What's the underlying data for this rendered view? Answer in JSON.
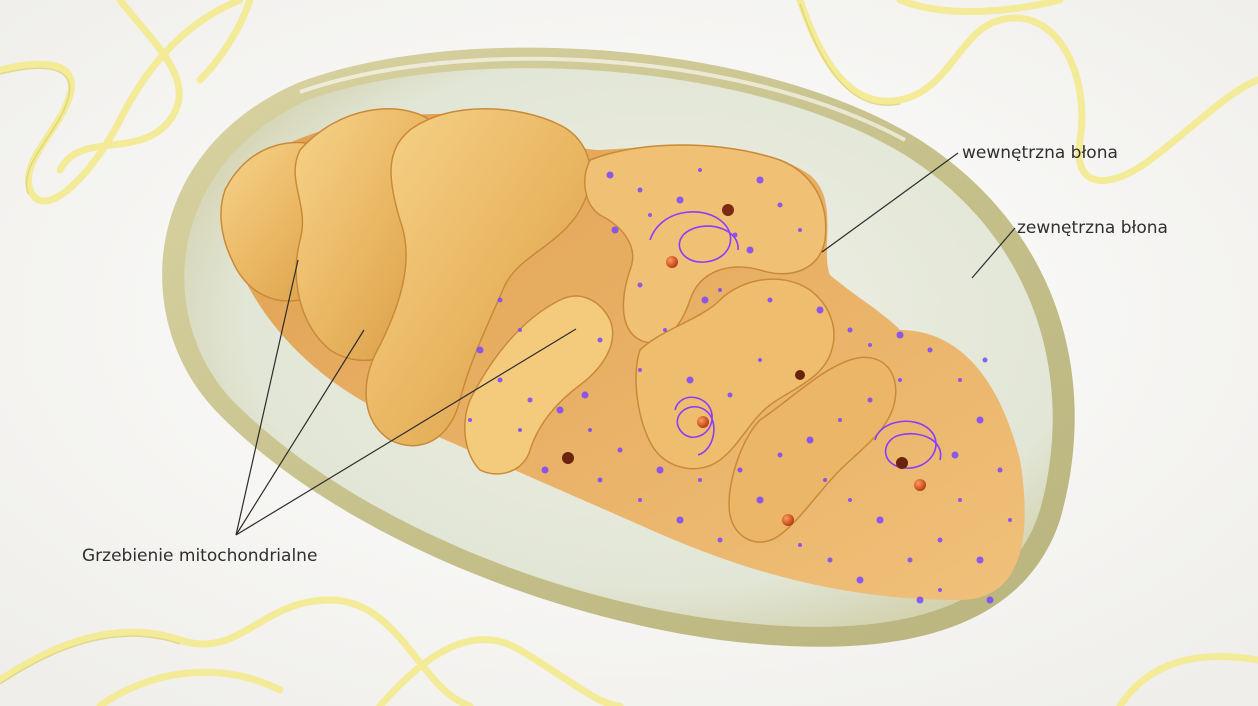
{
  "labels": {
    "inner_membrane": "wewnętrzna błona",
    "outer_membrane": "zewnętrzna błona",
    "cristae": "Grzebienie mitochondrialne"
  },
  "colors": {
    "background": "#f3f2ee",
    "outer_membrane": "#c9c58a",
    "matrix": "#e6a95a",
    "crista": "#f2c26c",
    "dots": "#7a45ff",
    "ribosome": "#d8561e",
    "dna": "#8a3cff",
    "cytoskeleton": "#f6ee9c"
  }
}
